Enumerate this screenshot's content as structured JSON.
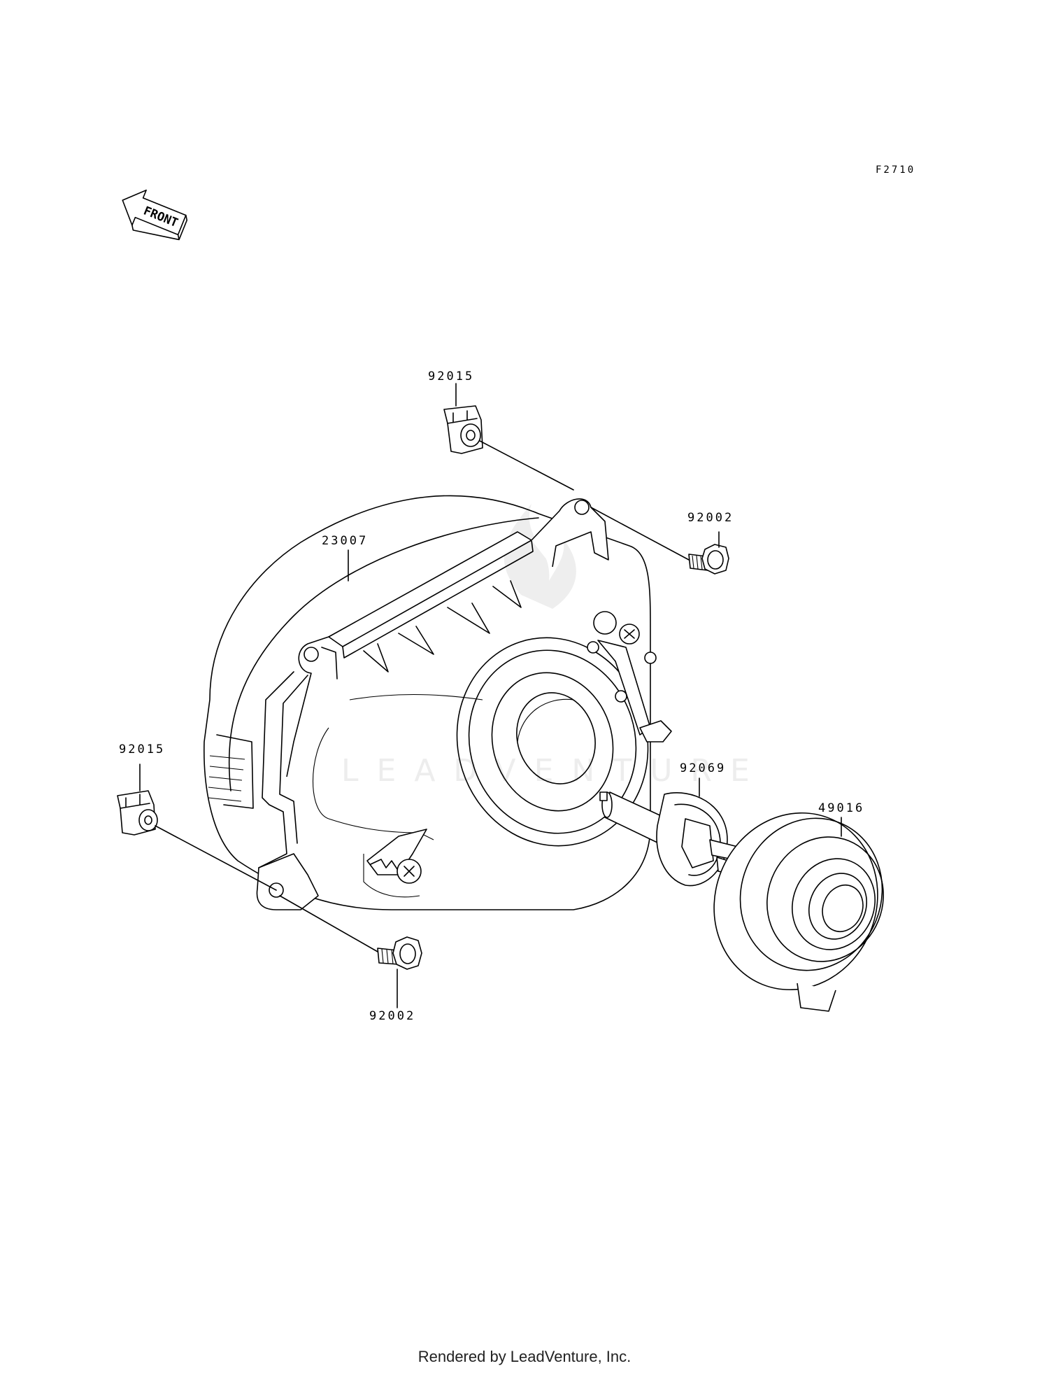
{
  "figure_code": "F2710",
  "front_label": "FRONT",
  "watermark": "LEADVENTURE",
  "footer": "Rendered by LeadVenture, Inc.",
  "parts": [
    {
      "part_number": "92015",
      "description": "clip nut (upper)"
    },
    {
      "part_number": "92002",
      "description": "bolt (upper right)"
    },
    {
      "part_number": "23007",
      "description": "headlight housing"
    },
    {
      "part_number": "92015",
      "description": "clip nut (left)"
    },
    {
      "part_number": "92069",
      "description": "bulb"
    },
    {
      "part_number": "49016",
      "description": "bulb socket cover"
    },
    {
      "part_number": "92002",
      "description": "bolt (lower)"
    }
  ]
}
